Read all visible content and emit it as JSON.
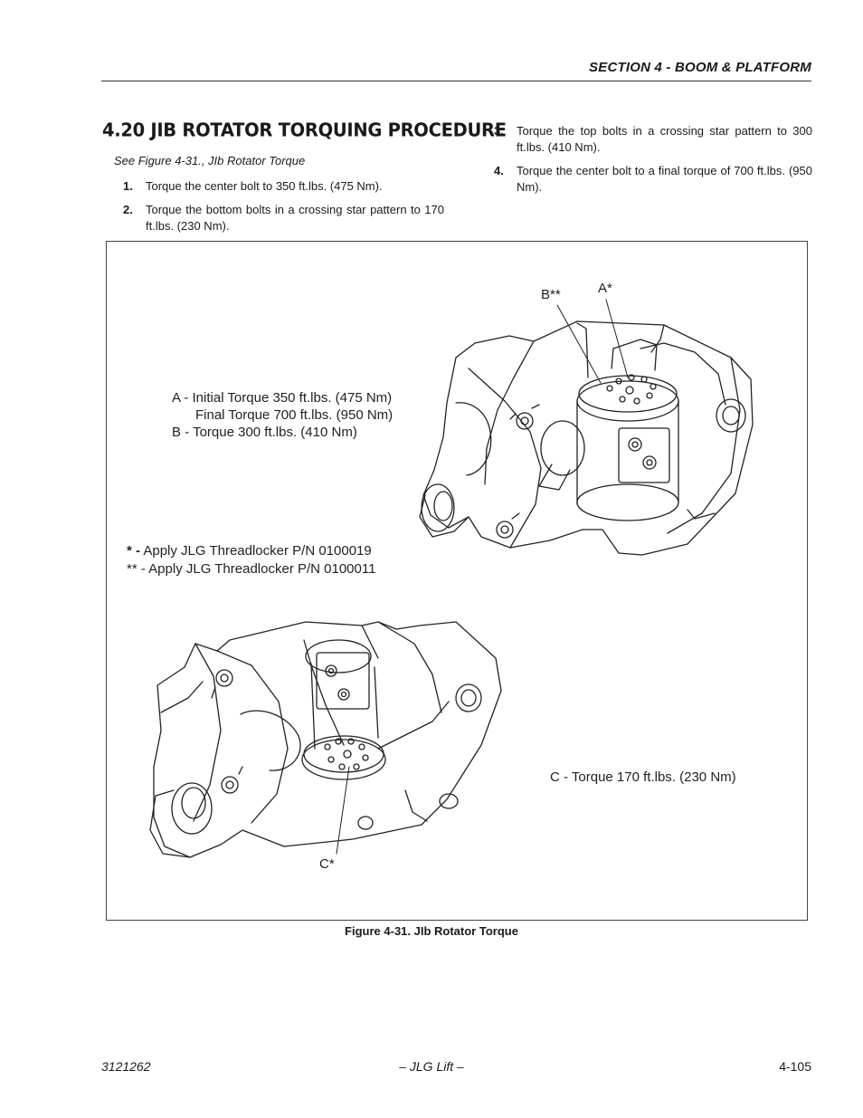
{
  "header": {
    "section": "SECTION 4 - BOOM & PLATFORM"
  },
  "title": "4.20 JIB ROTATOR TORQUING PROCEDURE",
  "see_also": "See Figure 4-31., JIb Rotator Torque",
  "steps": [
    {
      "num": "1.",
      "text": "Torque the center bolt to 350 ft.lbs. (475 Nm)."
    },
    {
      "num": "2.",
      "text": "Torque the bottom bolts in a crossing star pattern to 170 ft.lbs. (230 Nm)."
    },
    {
      "num": "3.",
      "text": "Torque the top bolts in a crossing star pattern to 300 ft.lbs. (410 Nm)."
    },
    {
      "num": "4.",
      "text": "Torque the center bolt to a final torque of 700 ft.lbs. (950 Nm)."
    }
  ],
  "figure": {
    "legend": {
      "a_line1": "A - Initial Torque 350 ft.lbs. (475 Nm)",
      "a_line2": "Final Torque 700 ft.lbs. (950 Nm)",
      "b_line": "B - Torque 300 ft.lbs. (410 Nm)",
      "note1_mark": "* -",
      "note1_text": "Apply JLG Threadlocker P/N 0100019",
      "note2_text": "** - Apply JLG Threadlocker P/N 0100011",
      "c_line": "C - Torque 170 ft.lbs. (230 Nm)"
    },
    "callouts": {
      "b": "B**",
      "a": "A*",
      "c": "C*"
    },
    "caption": "Figure 4-31.  JIb Rotator Torque"
  },
  "footer": {
    "left": "3121262",
    "center": "– JLG Lift –",
    "right": "4-105"
  }
}
